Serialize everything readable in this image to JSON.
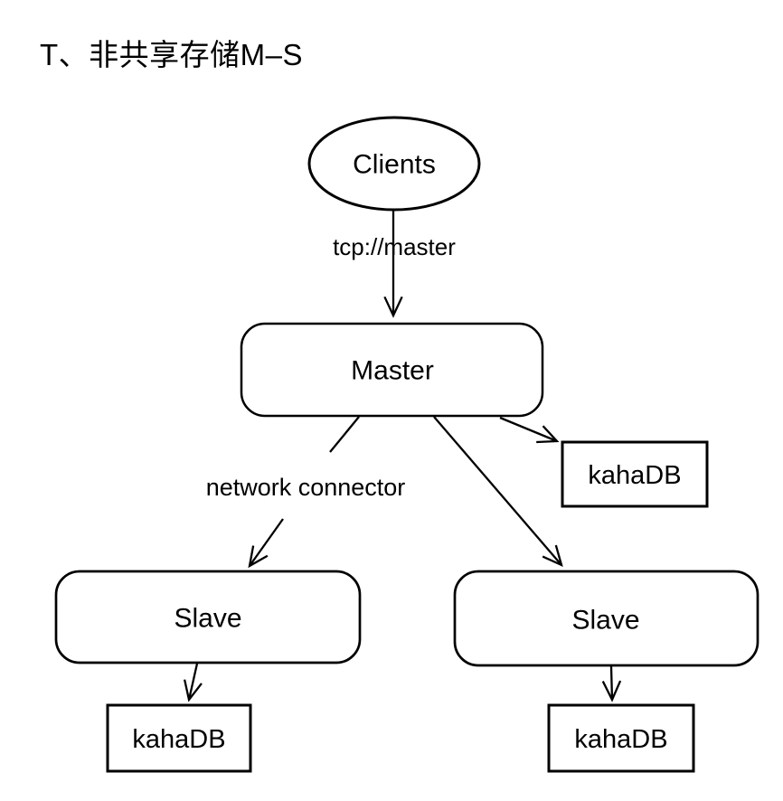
{
  "page": {
    "title": "T、非共享存储M–S",
    "colors": {
      "ink": "#000000",
      "background": "#ffffff"
    }
  },
  "diagram": {
    "nodes": {
      "clients": {
        "label": "Clients",
        "shape": "ellipse"
      },
      "master": {
        "label": "Master",
        "shape": "rounded-rect"
      },
      "master_kahadb": {
        "label": "kahaDB",
        "shape": "rect"
      },
      "slave_left": {
        "label": "Slave",
        "shape": "rounded-rect"
      },
      "slave_left_kahadb": {
        "label": "kahaDB",
        "shape": "rect"
      },
      "slave_right": {
        "label": "Slave",
        "shape": "rounded-rect"
      },
      "slave_right_kahadb": {
        "label": "kahaDB",
        "shape": "rect"
      }
    },
    "edges": {
      "clients_to_master": {
        "from": "clients",
        "to": "master",
        "label": "tcp://master"
      },
      "master_to_slave_left": {
        "from": "master",
        "to": "slave_left",
        "label": "network connector"
      },
      "master_to_slave_right": {
        "from": "master",
        "to": "slave_right"
      },
      "master_to_master_kahadb": {
        "from": "master",
        "to": "master_kahadb"
      },
      "slave_left_to_kahadb": {
        "from": "slave_left",
        "to": "slave_left_kahadb"
      },
      "slave_right_to_kahadb": {
        "from": "slave_right",
        "to": "slave_right_kahadb"
      }
    }
  }
}
